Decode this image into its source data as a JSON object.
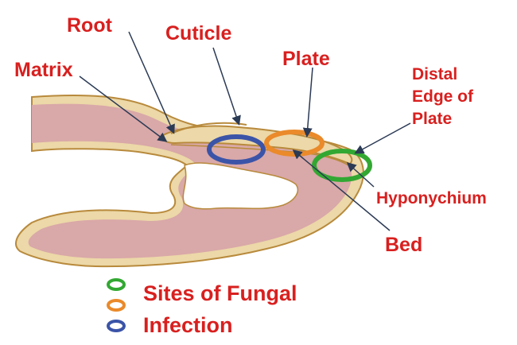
{
  "colors": {
    "label_red": "#d8201f",
    "tissue_pink": "#d9a8a8",
    "nail_tan": "#ecd8a8",
    "outline_brown": "#b88a3c",
    "pointer_line": "#2b3a55",
    "ring_green": "#32a832",
    "ring_orange": "#ea8a2a",
    "ring_blue": "#3b54a8"
  },
  "labels": {
    "root": "Root",
    "cuticle": "Cuticle",
    "matrix": "Matrix",
    "plate": "Plate",
    "distal_line1": "Distal",
    "distal_line2": "Edge of",
    "distal_line3": "Plate",
    "hyponychium": "Hyponychium",
    "bed": "Bed"
  },
  "legend": {
    "line1": "Sites of Fungal",
    "line2": "Infection",
    "markers": [
      {
        "name": "green-ring",
        "color": "#32a832"
      },
      {
        "name": "orange-ring",
        "color": "#ea8a2a"
      },
      {
        "name": "blue-ring",
        "color": "#3b54a8"
      }
    ]
  }
}
